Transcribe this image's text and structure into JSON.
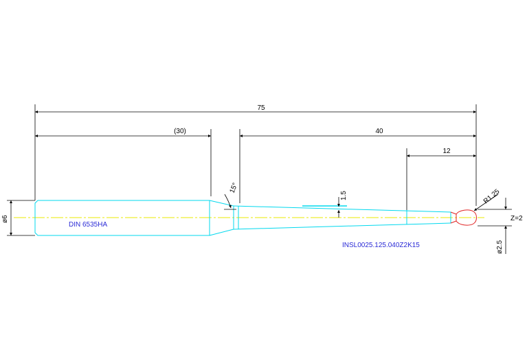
{
  "dimensions": {
    "overall_length": "75",
    "shank_length": "(30)",
    "neck_length": "40",
    "tip_length": "12",
    "taper_angle": "15°",
    "neck_taper": "1.5",
    "shank_diameter": "ø6",
    "tip_radius": "R1.25",
    "tip_diameter": "ø2.5",
    "z_label": "Z=2"
  },
  "labels": {
    "standard": "DIN 6535HA",
    "part_number": "INSL0025.125.040Z2K15"
  },
  "colors": {
    "outline": "#00d8ee",
    "centerline": "#e8e800",
    "dimension": "#000000",
    "tip": "#e02020",
    "text_blue": "#2a2ad6"
  }
}
